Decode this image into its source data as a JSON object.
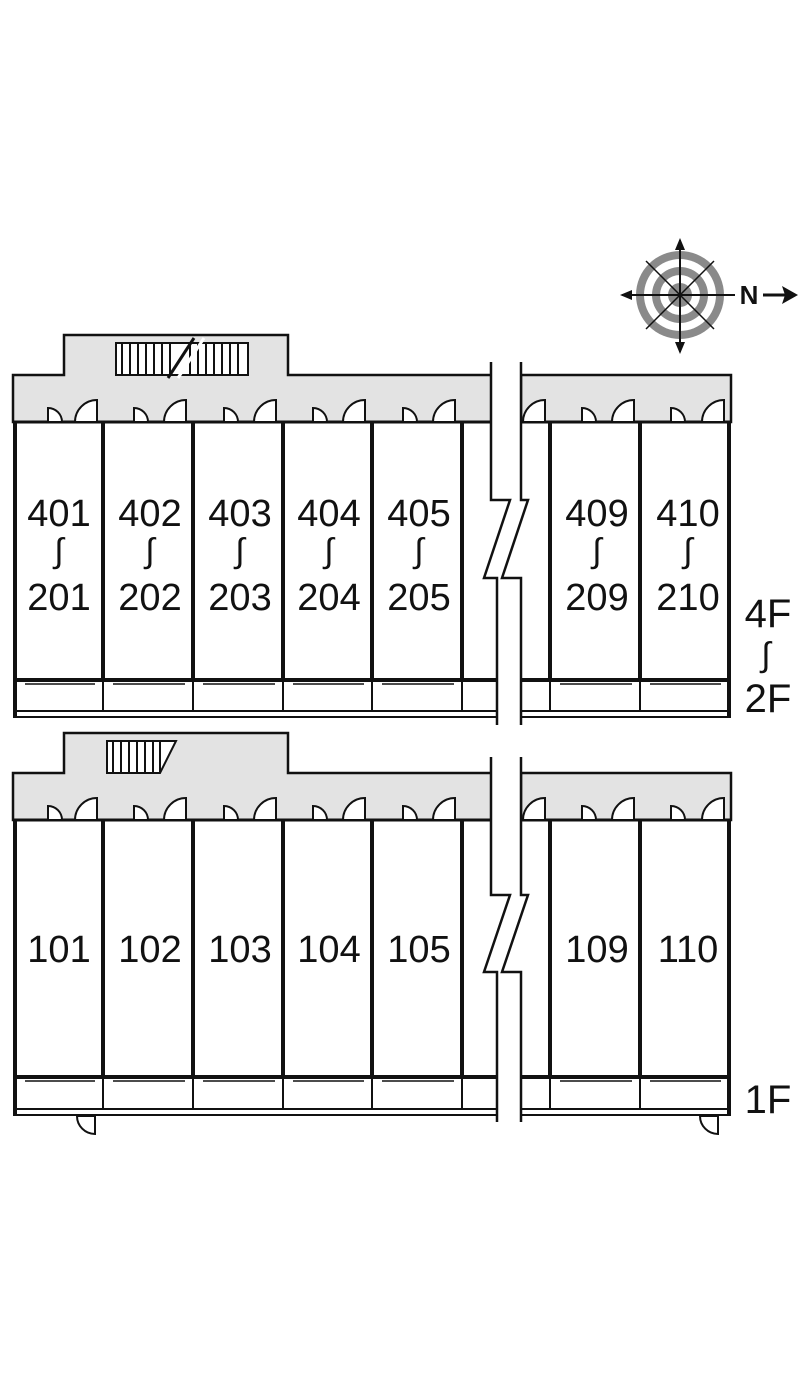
{
  "upper_block": {
    "units_top": [
      "401",
      "402",
      "403",
      "404",
      "405",
      "409",
      "410"
    ],
    "units_bottom": [
      "201",
      "202",
      "203",
      "204",
      "205",
      "209",
      "210"
    ],
    "range_mark": "∫"
  },
  "lower_block": {
    "units": [
      "101",
      "102",
      "103",
      "104",
      "105",
      "109",
      "110"
    ]
  },
  "floor_labels": {
    "upper_top": "4F",
    "upper_range_mark": "∫",
    "upper_bottom": "2F",
    "lower": "1F"
  },
  "compass": {
    "north_letter": "N"
  },
  "colors": {
    "corridor": "#e3e3e3",
    "wall": "#111111",
    "background": "#ffffff"
  }
}
